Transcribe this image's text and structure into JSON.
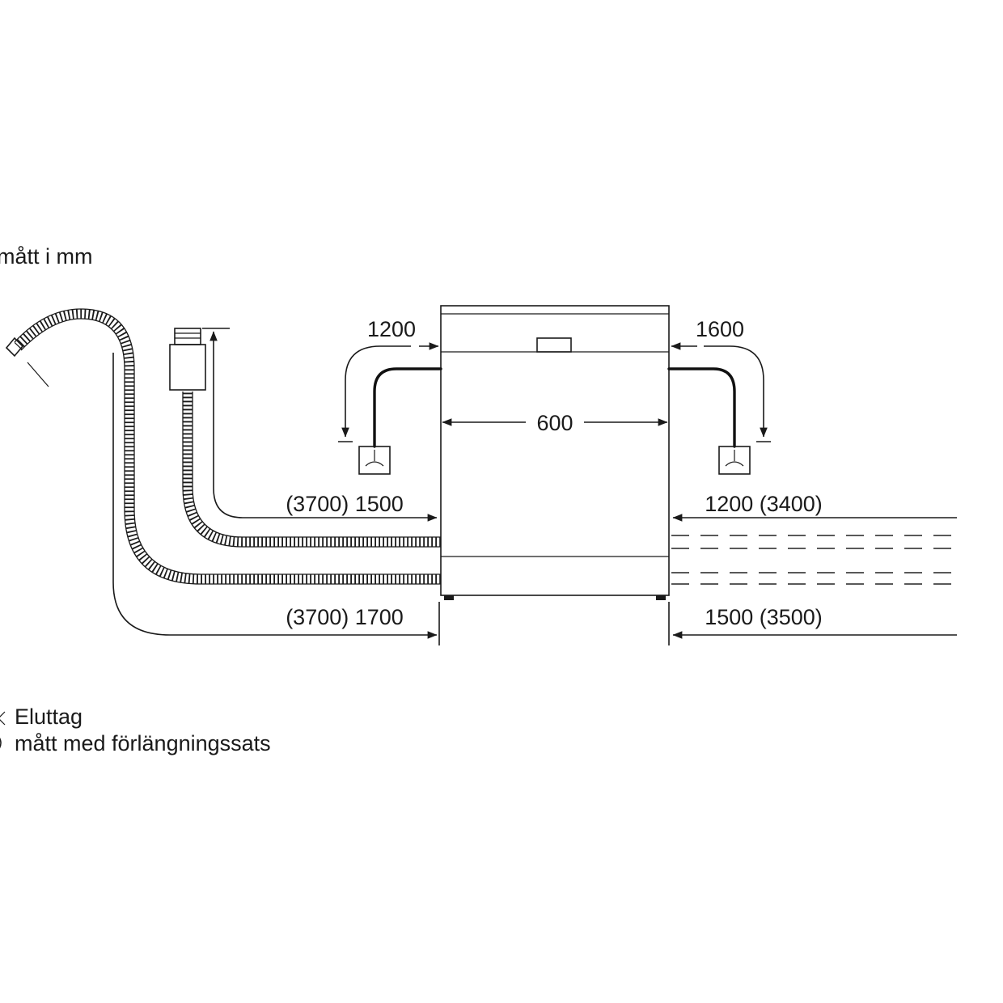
{
  "labels": {
    "units": "mått i mm",
    "outlet_legend": "Eluttag",
    "extension_legend": "mått med förlängningssats"
  },
  "dimensions": {
    "width": "600",
    "cord_left": "1200",
    "cord_right": "1600",
    "inlet_left": "(3700) 1500",
    "drain_left": "(3700) 1700",
    "inlet_right": "1200 (3400)",
    "drain_right": "1500 (3500)"
  },
  "icons": {
    "outlet": "socket-icon"
  }
}
